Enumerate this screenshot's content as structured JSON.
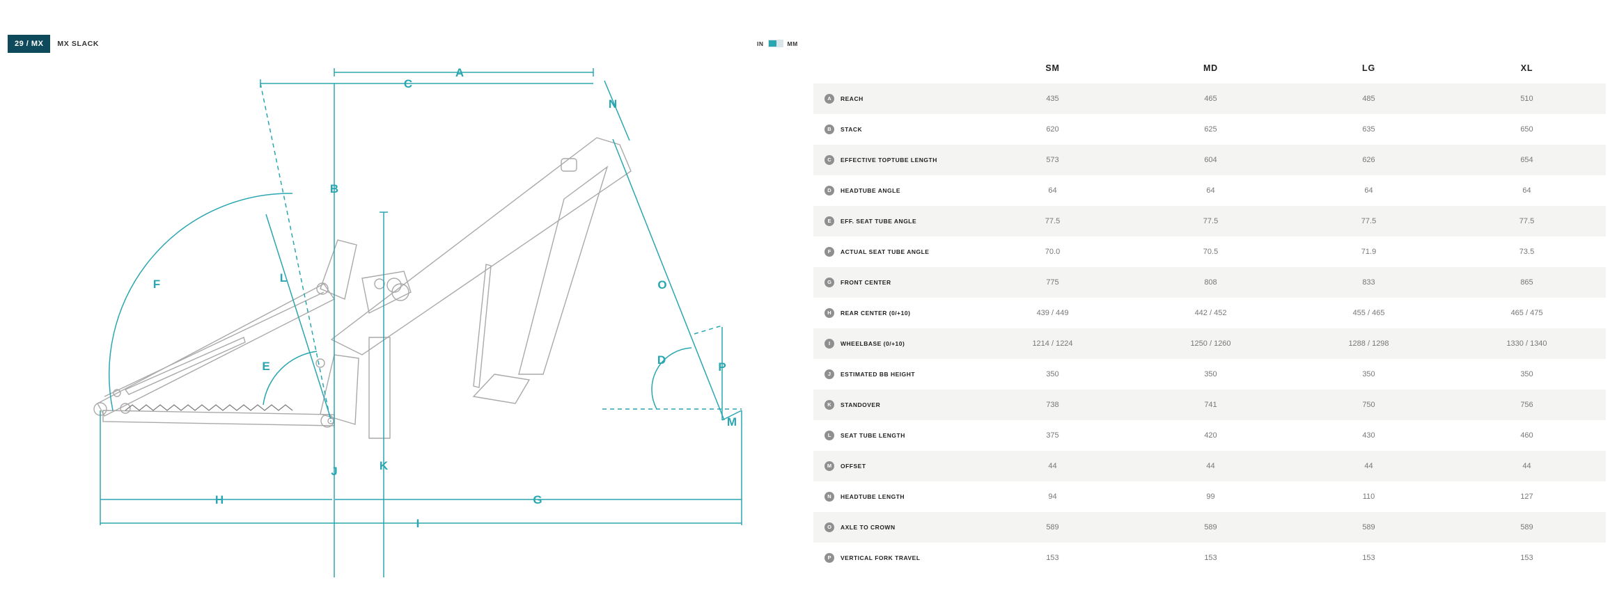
{
  "header": {
    "badge": "29 / MX",
    "model_name": "MX SLACK"
  },
  "units": {
    "left_label": "IN",
    "right_label": "MM",
    "selected": "MM"
  },
  "diagram": {
    "labels": [
      "A",
      "B",
      "C",
      "D",
      "E",
      "F",
      "G",
      "H",
      "I",
      "J",
      "K",
      "L",
      "M",
      "N",
      "O",
      "P"
    ],
    "accent_color": "#2aa6b1"
  },
  "table": {
    "columns": [
      "SM",
      "MD",
      "LG",
      "XL"
    ],
    "rows": [
      {
        "letter": "A",
        "name": "REACH",
        "values": [
          "435",
          "465",
          "485",
          "510"
        ]
      },
      {
        "letter": "B",
        "name": "STACK",
        "values": [
          "620",
          "625",
          "635",
          "650"
        ]
      },
      {
        "letter": "C",
        "name": "EFFECTIVE TOPTUBE LENGTH",
        "values": [
          "573",
          "604",
          "626",
          "654"
        ]
      },
      {
        "letter": "D",
        "name": "HEADTUBE ANGLE",
        "values": [
          "64",
          "64",
          "64",
          "64"
        ]
      },
      {
        "letter": "E",
        "name": "EFF. SEAT TUBE ANGLE",
        "values": [
          "77.5",
          "77.5",
          "77.5",
          "77.5"
        ]
      },
      {
        "letter": "F",
        "name": "ACTUAL SEAT TUBE ANGLE",
        "values": [
          "70.0",
          "70.5",
          "71.9",
          "73.5"
        ]
      },
      {
        "letter": "G",
        "name": "FRONT CENTER",
        "values": [
          "775",
          "808",
          "833",
          "865"
        ]
      },
      {
        "letter": "H",
        "name": "REAR CENTER (0/+10)",
        "values": [
          "439 / 449",
          "442 / 452",
          "455 / 465",
          "465 / 475"
        ]
      },
      {
        "letter": "I",
        "name": "WHEELBASE (0/+10)",
        "values": [
          "1214 / 1224",
          "1250 / 1260",
          "1288 / 1298",
          "1330 / 1340"
        ]
      },
      {
        "letter": "J",
        "name": "ESTIMATED BB HEIGHT",
        "values": [
          "350",
          "350",
          "350",
          "350"
        ]
      },
      {
        "letter": "K",
        "name": "STANDOVER",
        "values": [
          "738",
          "741",
          "750",
          "756"
        ]
      },
      {
        "letter": "L",
        "name": "SEAT TUBE LENGTH",
        "values": [
          "375",
          "420",
          "430",
          "460"
        ]
      },
      {
        "letter": "M",
        "name": "OFFSET",
        "values": [
          "44",
          "44",
          "44",
          "44"
        ]
      },
      {
        "letter": "N",
        "name": "HEADTUBE LENGTH",
        "values": [
          "94",
          "99",
          "110",
          "127"
        ]
      },
      {
        "letter": "O",
        "name": "AXLE TO CROWN",
        "values": [
          "589",
          "589",
          "589",
          "589"
        ]
      },
      {
        "letter": "P",
        "name": "VERTICAL FORK TRAVEL",
        "values": [
          "153",
          "153",
          "153",
          "153"
        ]
      }
    ]
  }
}
